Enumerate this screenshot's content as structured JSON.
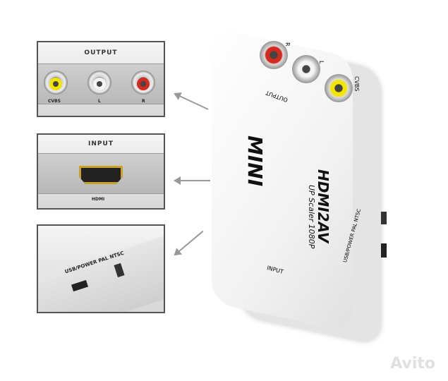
{
  "panels": {
    "output": {
      "title": "OUTPUT",
      "jacks": [
        {
          "label": "CVBS",
          "color": "#f2e600"
        },
        {
          "label": "L",
          "color": "#f4f4f4"
        },
        {
          "label": "R",
          "color": "#d42a1e"
        }
      ]
    },
    "input": {
      "title": "INPUT",
      "port": "HDMI"
    },
    "side": {
      "label": "USB/POWER PAL NTSC"
    }
  },
  "device": {
    "brand": "MINI",
    "model": "HDMI2AV",
    "subtitle": "UP Scaler 1080P",
    "output_label": "OUTPUT",
    "input_label": "INPUT",
    "jack_labels": [
      "R",
      "L",
      "CVBS"
    ],
    "side_label": "USB/POWER PAL NTSC"
  },
  "watermark": "Avito"
}
